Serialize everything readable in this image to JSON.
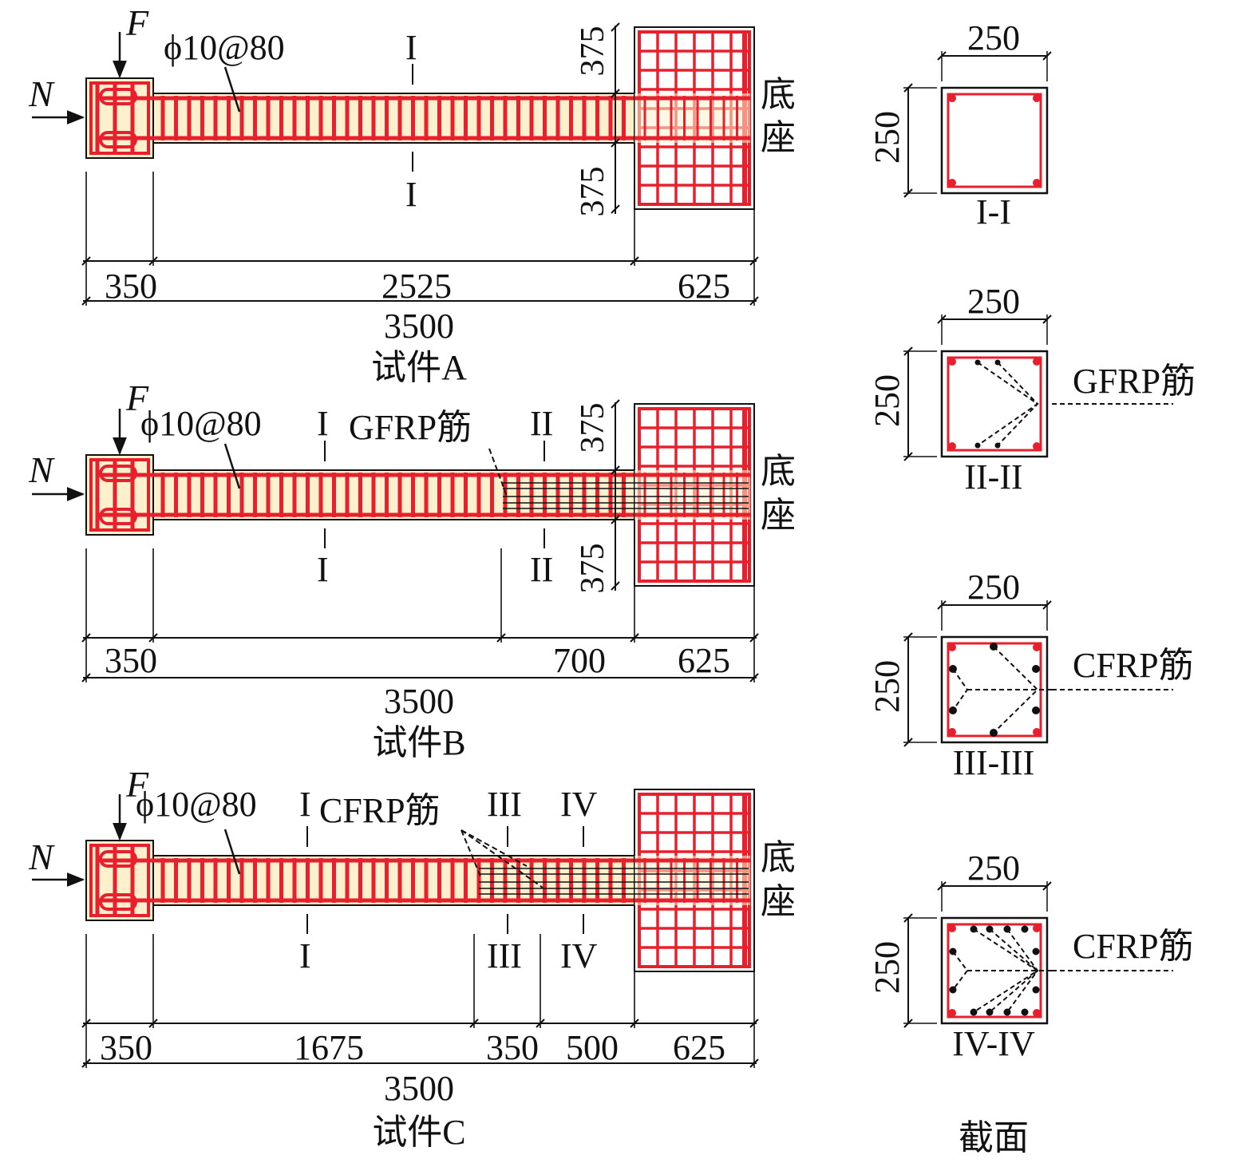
{
  "colors": {
    "rebar": "#e8202d",
    "concrete": "#fdf0cc",
    "line": "#111111"
  },
  "labels": {
    "force_f": "F",
    "force_n": "N",
    "stirrup": "ϕ10@80",
    "base_1": "底",
    "base_2": "座",
    "sec_I": "I",
    "sec_II": "II",
    "sec_III": "III",
    "sec_IV": "IV",
    "gfrp": "GFRP筋",
    "cfrp": "CFRP筋",
    "sections_title": "截面"
  },
  "specimens": {
    "a": {
      "title": "试件A",
      "total": "3500",
      "dims": [
        "350",
        "2525",
        "625"
      ],
      "side": [
        "375",
        "375"
      ]
    },
    "b": {
      "title": "试件B",
      "total": "3500",
      "dims": [
        "350",
        "700",
        "625"
      ],
      "side": [
        "375",
        "375"
      ]
    },
    "c": {
      "title": "试件C",
      "total": "3500",
      "dims": [
        "350",
        "1675",
        "350",
        "500",
        "625"
      ]
    }
  },
  "sections": [
    {
      "name": "I-I",
      "width": "250",
      "height": "250"
    },
    {
      "name": "II-II",
      "width": "250",
      "height": "250"
    },
    {
      "name": "III-III",
      "width": "250",
      "height": "250"
    },
    {
      "name": "IV-IV",
      "width": "250",
      "height": "250"
    }
  ]
}
